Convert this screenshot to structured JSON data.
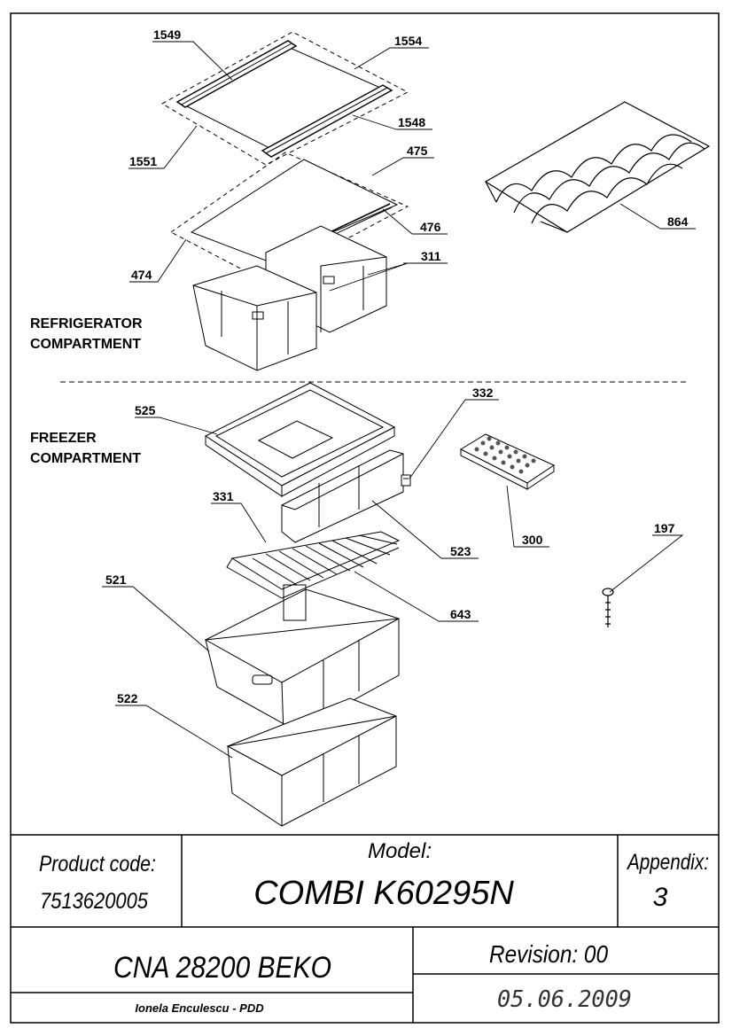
{
  "sections": {
    "refrigerator": [
      "REFRIGERATOR",
      "COMPARTMENT"
    ],
    "freezer": [
      "FREEZER",
      "COMPARTMENT"
    ]
  },
  "parts": {
    "p1549": "1549",
    "p1554": "1554",
    "p1548": "1548",
    "p1551": "1551",
    "p475": "475",
    "p476": "476",
    "p474": "474",
    "p311": "311",
    "p864": "864",
    "p525": "525",
    "p332": "332",
    "p331": "331",
    "p523": "523",
    "p300": "300",
    "p197": "197",
    "p521": "521",
    "p643": "643",
    "p522": "522"
  },
  "title_block": {
    "product_code_label": "Product code:",
    "product_code": "7513620005",
    "model_label": "Model:",
    "model": "COMBI K60295N",
    "appendix_label": "Appendix:",
    "appendix": "3",
    "cna": "CNA 28200 BEKO",
    "revision": "Revision: 00",
    "author": "Ionela Enculescu - PDD",
    "date": "05.06.2009"
  }
}
